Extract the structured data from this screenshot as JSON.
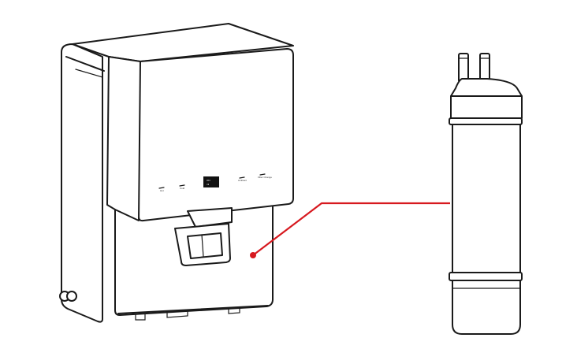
{
  "colors": {
    "line": "#1a1a1a",
    "callout": "#d7191f",
    "background": "#ffffff"
  },
  "icons": {
    "purifier": "water-purifier-icon",
    "filter": "filter-cartridge-icon",
    "callout": "callout-line-icon"
  },
  "panel": {
    "btn_1": "Hot",
    "btn_2": "Cold",
    "btn_3": "Ambient",
    "btn_4": "Filter Change",
    "display_1": "ON",
    "display_2": "ml"
  }
}
